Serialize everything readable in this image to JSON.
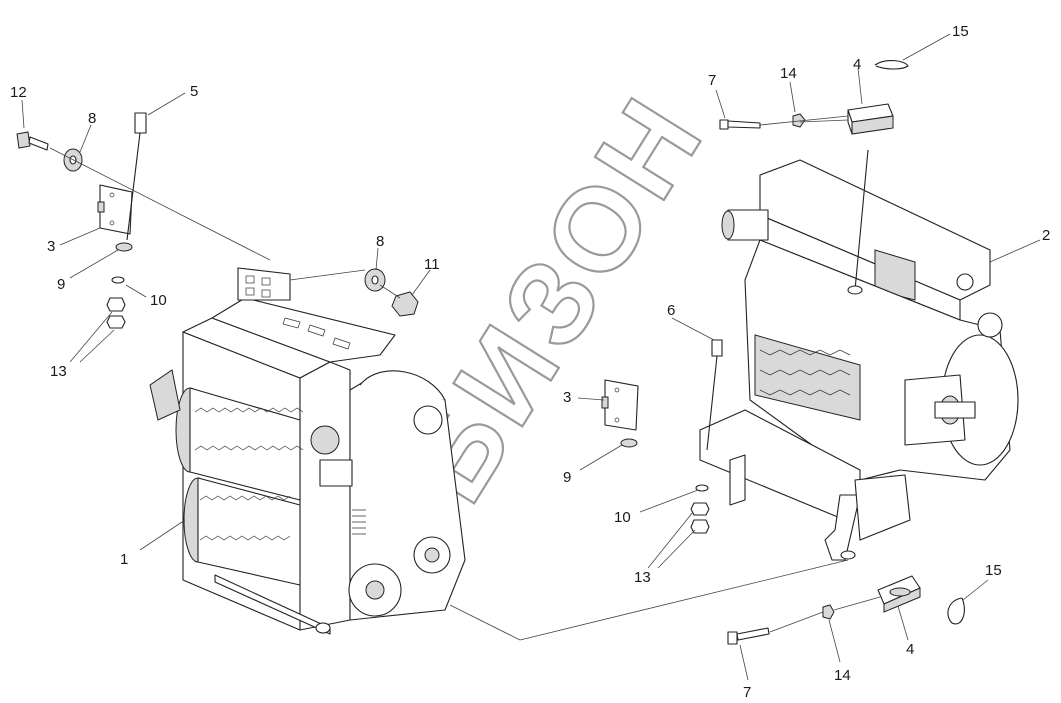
{
  "watermark": "БИЗОН",
  "callouts": {
    "left_12": "12",
    "left_8_top": "8",
    "left_5": "5",
    "left_3": "3",
    "left_9": "9",
    "left_10": "10",
    "left_13": "13",
    "left_8_mid": "8",
    "left_11": "11",
    "left_1": "1",
    "right_7_top": "7",
    "right_14_top": "14",
    "right_4_top": "4",
    "right_15_top": "15",
    "right_2": "2",
    "right_6": "6",
    "right_3": "3",
    "right_9": "9",
    "right_10": "10",
    "right_13": "13",
    "right_15_bottom": "15",
    "right_4_bottom": "4",
    "right_14_bottom": "14",
    "right_7_bottom": "7"
  },
  "icons": {
    "drawing": "exploded-assembly-diagram"
  }
}
